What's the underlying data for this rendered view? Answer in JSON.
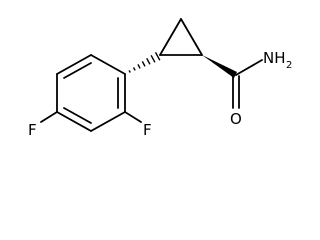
{
  "molecule": {
    "atom_labels": {
      "fluorine_para": "F",
      "fluorine_ortho": "F",
      "amide_oxygen": "O",
      "amide_nitrogen": "NH",
      "amide_nitrogen_subscript": "2"
    },
    "colors": {
      "bond": "#000000",
      "background": "#ffffff"
    }
  }
}
